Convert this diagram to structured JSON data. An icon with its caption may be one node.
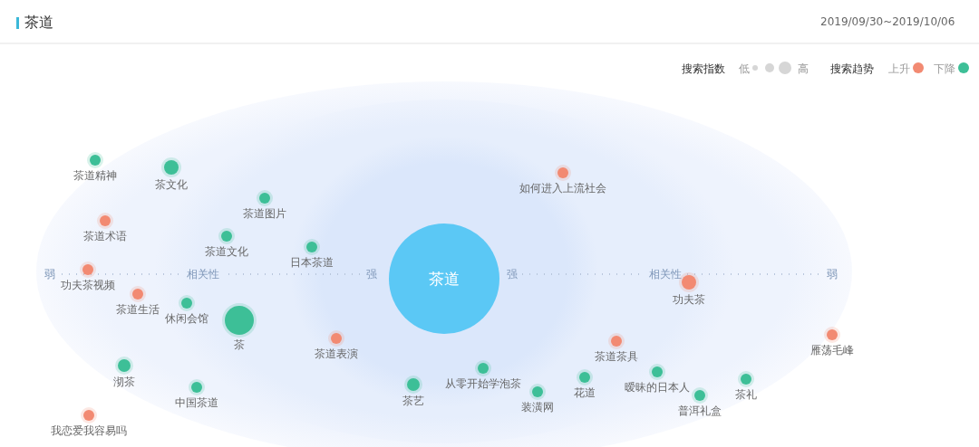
{
  "diagram": {
    "title": "茶道",
    "nodes": [
      {
        "text": [
          "茶道"
        ]
      },
      {
        "text": [
          "茶道精神"
        ]
      },
      {
        "text": [
          "茶文化"
        ]
      },
      {
        "text": [
          "如何进入上流社会"
        ]
      },
      {
        "text": [
          "茶道图片"
        ]
      },
      {
        "text": [
          "茶道术语"
        ]
      },
      {
        "text": [
          "茶道文化"
        ]
      },
      {
        "text": [
          "日本茶道"
        ]
      },
      {
        "text": [
          "功夫茶视频"
        ]
      },
      {
        "text": [
          "功夫茶"
        ]
      },
      {
        "text": [
          "茶道生活"
        ]
      },
      {
        "text": [
          "休闲会馆"
        ]
      },
      {
        "text": [
          "茶"
        ]
      },
      {
        "text": [
          "茶道表演"
        ]
      },
      {
        "text": [
          "雁荡毛峰"
        ]
      },
      {
        "text": [
          "茶道茶具"
        ]
      },
      {
        "text": [
          "沏茶"
        ]
      },
      {
        "text": [
          "从零开始学泡茶"
        ]
      },
      {
        "text": [
          "暧昧的日本人"
        ]
      },
      {
        "text": [
          "茶礼"
        ]
      },
      {
        "text": [
          "花道"
        ]
      },
      {
        "text": [
          "茶艺"
        ]
      },
      {
        "text": [
          "中国茶道"
        ]
      },
      {
        "text": [
          "普洱礼盒"
        ]
      },
      {
        "text": [
          "装潢网"
        ]
      },
      {
        "text": [
          "我恋爱我容易吗"
        ]
      }
    ],
    "labels": [
      "2019/09/30~2019/10/06",
      "搜索指数",
      "低",
      "高",
      "搜索趋势",
      "弱",
      "相关性",
      "强",
      "强",
      "相关性",
      "弱"
    ],
    "legend": [
      {
        "text": "上升",
        "color": "#f28a72"
      },
      {
        "text": "下降",
        "color": "#3dbf97"
      }
    ]
  }
}
